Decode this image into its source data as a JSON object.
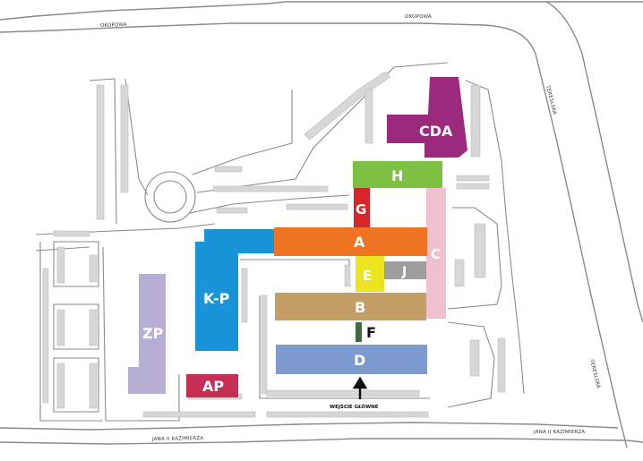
{
  "streets": {
    "okopowa_left": "OKOPOWA",
    "okopowa_right": "OKOPOWA",
    "terespolska_top": "TERESLSKA",
    "terespolska_bottom": "TERESLSKA",
    "jana_left": "JANA II KAZIMIERZA",
    "jana_right": "JANA II KAZIMIERZA"
  },
  "buildings": {
    "cda": {
      "label": "CDA",
      "color": "#9b2a7e"
    },
    "h": {
      "label": "H",
      "color": "#7dc142"
    },
    "g": {
      "label": "G",
      "color": "#d6262b"
    },
    "c": {
      "label": "C",
      "color": "#f0c0cf"
    },
    "a": {
      "label": "A",
      "color": "#ec7423"
    },
    "e": {
      "label": "E",
      "color": "#ece41f"
    },
    "j": {
      "label": "J",
      "color": "#9d9d9d"
    },
    "kp": {
      "label": "K-P",
      "color": "#1a94d8"
    },
    "b": {
      "label": "B",
      "color": "#c39f66"
    },
    "f": {
      "label": "F",
      "color": "#3d6b3c"
    },
    "d": {
      "label": "D",
      "color": "#7e9bcf"
    },
    "zp": {
      "label": "ZP",
      "color": "#b8add4"
    },
    "ap": {
      "label": "AP",
      "color": "#c72e55"
    }
  },
  "entrance": {
    "label": "WEJŚCIE GŁÓWNE"
  },
  "colors": {
    "road": "#8a8a8a",
    "parking": "#d7d7d7"
  }
}
